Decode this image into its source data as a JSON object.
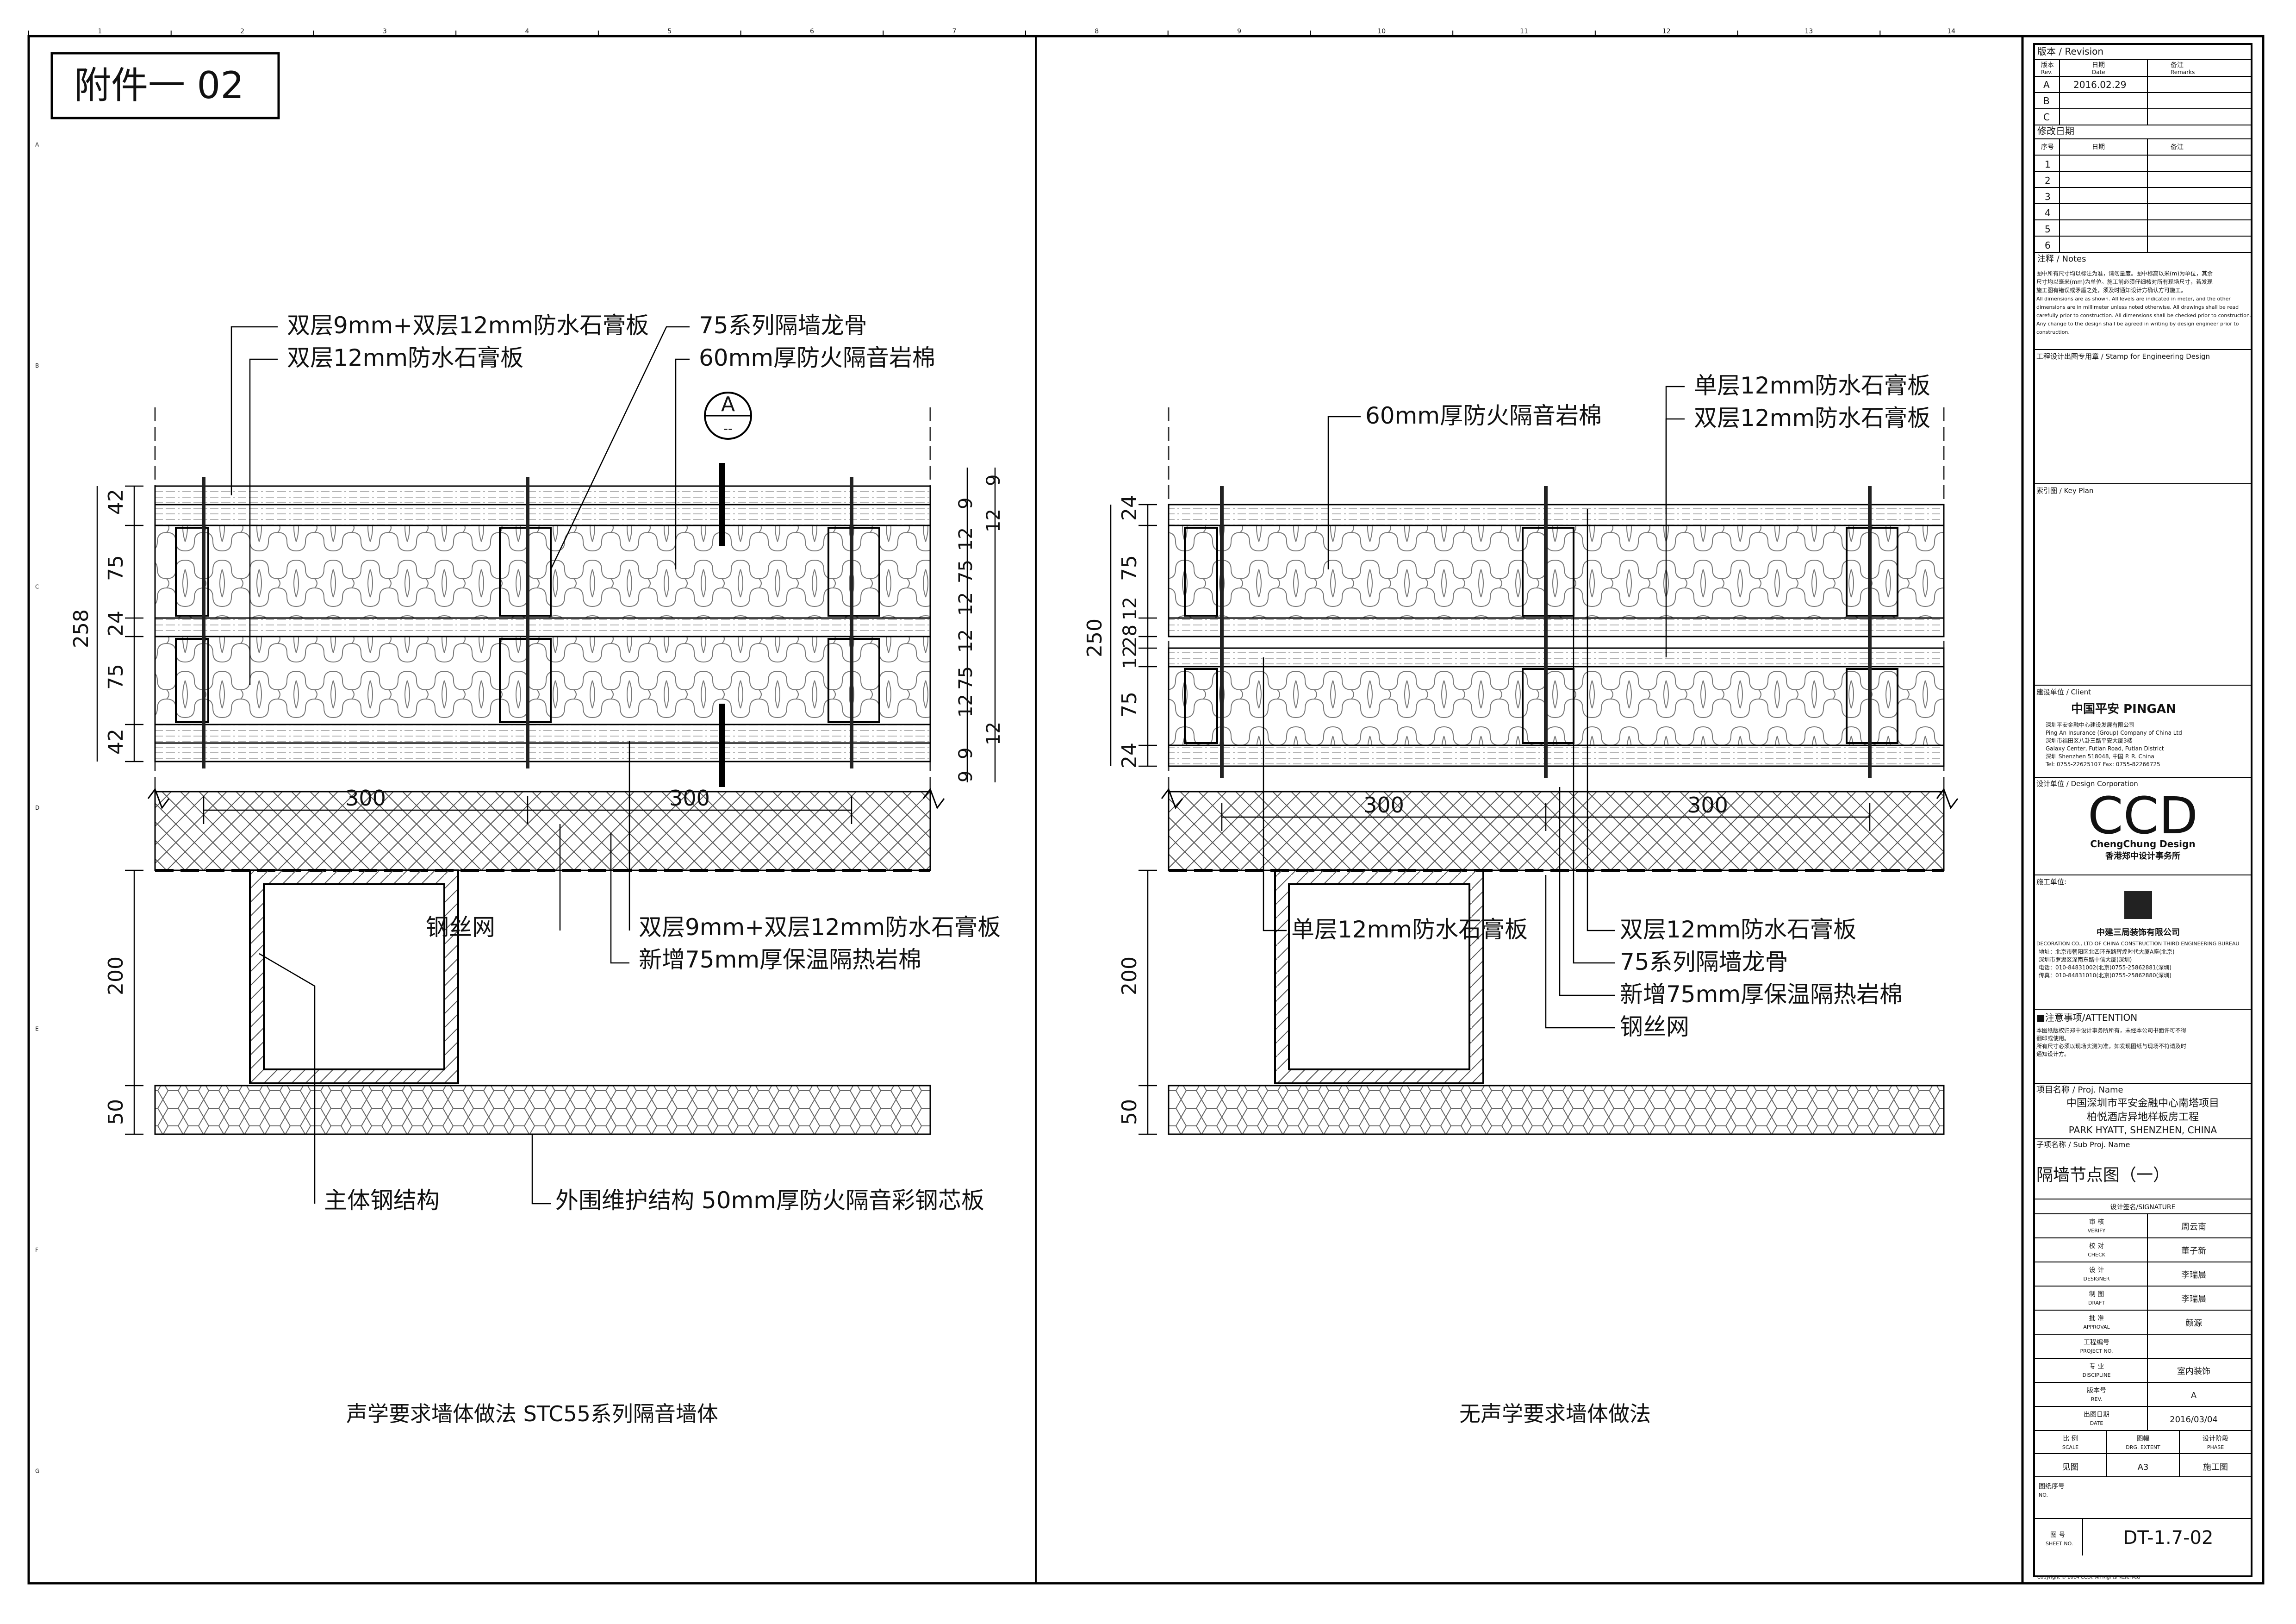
{
  "attachment_label": "附件一 02",
  "grid_numbers": [
    "1",
    "2",
    "3",
    "4",
    "5",
    "6",
    "7",
    "8",
    "9",
    "10",
    "11",
    "12",
    "13",
    "14"
  ],
  "grid_letters": [
    "A",
    "B",
    "C",
    "D",
    "E",
    "F",
    "G"
  ],
  "left_detail": {
    "callouts_top": [
      "双层9mm+双层12mm防水石膏板",
      "双层12mm防水石膏板",
      "75系列隔墙龙骨",
      "60mm厚防火隔音岩棉"
    ],
    "section_marker": {
      "letter": "A",
      "sub": "--"
    },
    "dims_left": [
      "42",
      "75",
      "24",
      "75",
      "42"
    ],
    "dim_total": "258",
    "dims_right": [
      "9",
      "9",
      "12",
      "12",
      "75",
      "12",
      "12",
      "75",
      "12",
      "12",
      "9",
      "9"
    ],
    "spacing": [
      "300",
      "300"
    ],
    "callouts_mid": [
      "钢丝网",
      "双层9mm+双层12mm防水石膏板",
      "新增75mm厚保温隔热岩棉"
    ],
    "dims_lower": [
      "200",
      "50"
    ],
    "callouts_bottom": [
      "主体钢结构",
      "外围维护结构 50mm厚防火隔音彩钢芯板"
    ],
    "caption": "声学要求墙体做法 STC55系列隔音墙体"
  },
  "right_detail": {
    "callouts_top": [
      "60mm厚防火隔音岩棉",
      "单层12mm防水石膏板",
      "双层12mm防水石膏板"
    ],
    "dims_left": [
      "24",
      "75",
      "12",
      "28",
      "12",
      "75",
      "24"
    ],
    "dim_total": "250",
    "spacing": [
      "300",
      "300"
    ],
    "callouts_mid": [
      "单层12mm防水石膏板",
      "双层12mm防水石膏板",
      "75系列隔墙龙骨",
      "新增75mm厚保温隔热岩棉",
      "钢丝网"
    ],
    "dims_lower": [
      "200",
      "50"
    ],
    "caption": "无声学要求墙体做法"
  },
  "title_block": {
    "revision_header": "版本 / Revision",
    "rev_cols": [
      "版本",
      "日期",
      "备注"
    ],
    "rev_cols_en": [
      "Rev.",
      "Date",
      "Remarks"
    ],
    "revisions": [
      {
        "no": "A",
        "date": "2016.02.29"
      },
      {
        "no": "B",
        "date": ""
      },
      {
        "no": "C",
        "date": ""
      }
    ],
    "modify_header": "修改日期",
    "mod_cols": [
      "序号",
      "日期",
      "备注"
    ],
    "mod_rows": [
      "1",
      "2",
      "3",
      "4",
      "5",
      "6"
    ],
    "notes_header": "注释 / Notes",
    "notes_text": [
      "图中所有尺寸均以标注为准，请勿量度。图中标高以米(m)为单位，其余",
      "尺寸均以毫米(mm)为单位。施工前必须仔细核对所有现场尺寸，若发现",
      "施工图有错误或矛盾之处，须及时通知设计方确认方可施工。",
      "All dimensions are as shown. All levels are indicated in meter, and the other",
      "dimensions are in millimeter unless noted otherwise. All drawings shall be read",
      "carefully prior to construction. All dimensions shall be checked prior to construction.",
      "Any change to the design shall be agreed in writing by design engineer prior to",
      "construction."
    ],
    "stamp_header": "工程设计出图专用章 / Stamp for Engineering Design",
    "keyplan_header": "索引图 / Key Plan",
    "client_header": "建设单位 / Client",
    "client_logo": "中国平安 PINGAN",
    "client_lines": [
      "深圳平安金融中心建设发展有限公司",
      "Ping An Insurance (Group) Company of China Ltd",
      "深圳市福田区八卦三路平安大厦3楼",
      "Galaxy Center, Futian Road, Futian District",
      "深圳 Shenzhen 518048, 中国 P. R. China",
      "Tel: 0755-22625107  Fax: 0755-82266725"
    ],
    "design_header": "设计单位 / Design Corporation",
    "design_logo": "CCD",
    "design_sub": "ChengChung Design",
    "design_cn": "香港郑中设计事务所",
    "contractor_header": "施工单位:",
    "contractor_name": "中建三局装饰有限公司",
    "contractor_en": "DECORATION CO., LTD OF CHINA CONSTRUCTION THIRD ENGINEERING BUREAU",
    "contractor_lines": [
      "地址：北京市朝阳区北四环东路辉煌时代大厦A座(北京)",
      "深圳市罗湖区深南东路中信大厦(深圳)",
      "电话：010-84831002(北京)0755-25862881(深圳)",
      "传真：010-84831010(北京)0755-25862880(深圳)"
    ],
    "attention_header": "■注意事项/ATTENTION",
    "attention_lines": [
      "本图纸版权归郑中设计事务所所有，未经本公司书面许可不得",
      "翻印或使用。",
      "所有尺寸必须以现场实测为准，如发现图纸与现场不符请及时",
      "通知设计方。"
    ],
    "project_header": "项目名称 / Proj. Name",
    "project_name": [
      "中国深圳市平安金融中心南塔项目",
      "柏悦酒店异地样板房工程",
      "PARK HYATT, SHENZHEN, CHINA"
    ],
    "subproj_header": "子项名称 / Sub Proj. Name",
    "drawing_title": "隔墙节点图（一）",
    "signature_header": "设计签名/SIGNATURE",
    "signatures": [
      {
        "role": "审 核",
        "en": "VERIFY",
        "name": "周云南"
      },
      {
        "role": "校 对",
        "en": "CHECK",
        "name": "董子新"
      },
      {
        "role": "设 计",
        "en": "DESIGNER",
        "name": "李瑞晨"
      },
      {
        "role": "制 图",
        "en": "DRAFT",
        "name": "李瑞晨"
      },
      {
        "role": "批 准",
        "en": "APPROVAL",
        "name": "颜源"
      },
      {
        "role": "工程编号",
        "en": "PROJECT NO.",
        "name": ""
      },
      {
        "role": "专 业",
        "en": "DISCIPLINE",
        "name": "室内装饰"
      },
      {
        "role": "版本号",
        "en": "REV.",
        "name": "A"
      },
      {
        "role": "出图日期",
        "en": "DATE",
        "name": "2016/03/04"
      }
    ],
    "scale_cols": [
      {
        "cn": "比 例",
        "en": "SCALE"
      },
      {
        "cn": "图幅",
        "en": "DRG. EXTENT"
      },
      {
        "cn": "设计阶段",
        "en": "PHASE"
      }
    ],
    "scale_vals": [
      "见图",
      "A3",
      "施工图"
    ],
    "drawing_no_label": {
      "cn": "图纸序号",
      "en": "NO."
    },
    "sheet_no_label": {
      "cn": "图 号",
      "en": "SHEET NO."
    },
    "sheet_no": "DT-1.7-02"
  },
  "copyright": "Copyright © 2014 CCDI. All Rights Reserved"
}
